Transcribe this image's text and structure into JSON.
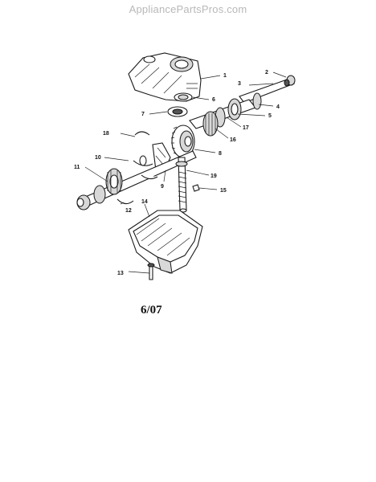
{
  "watermark": "AppliancePartsPros.com",
  "date_code": "6/07",
  "callouts": {
    "c1": "1",
    "c2": "2",
    "c3": "3",
    "c4": "4",
    "c5": "5",
    "c6": "6",
    "c7": "7",
    "c8": "8",
    "c9": "9",
    "c10": "10",
    "c11": "11",
    "c12": "12",
    "c13": "13",
    "c14": "14",
    "c15": "15",
    "c16": "16",
    "c17": "17",
    "c18": "18",
    "c19": "19"
  }
}
